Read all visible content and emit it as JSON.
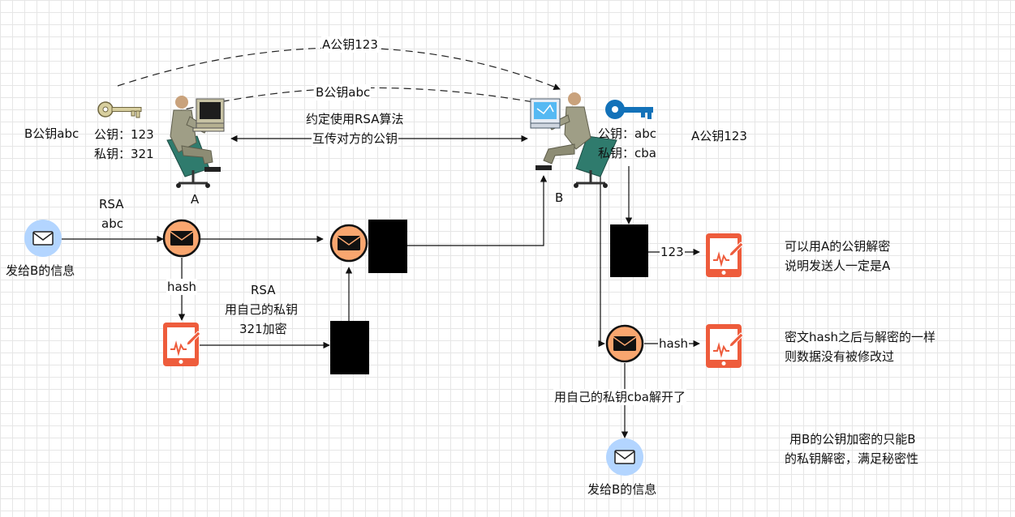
{
  "colors": {
    "orange": "#f9a66f",
    "light_blue": "#b3d5ff",
    "tablet_red": "#ee5c3c",
    "black": "#000000",
    "line": "#111111",
    "key_yellow": "#c8be8c",
    "key_blue": "#1372b9"
  },
  "icons": [
    "key-icon",
    "computer-user-icon",
    "envelope-icon",
    "tablet-signature-icon"
  ],
  "labels": {
    "a_pubkey_123_arc": "A公钥123",
    "b_pubkey_abc_arc": "B公钥abc",
    "agree_rsa": "约定使用RSA算法",
    "exchange_pubkeys": "互传对方的公钥",
    "b_pubkey_abc_left": "B公钥abc",
    "a_keys_public": "公钥：123",
    "a_keys_private": "私钥：321",
    "b_keys_public": "公钥：abc",
    "b_keys_private": "私钥：cba",
    "a_pubkey_123_right": "A公钥123",
    "person_a": "A",
    "person_b": "B",
    "rsa": "RSA",
    "abc": "abc",
    "message_to_b": "发给B的信息",
    "hash_left": "hash",
    "sign_rsa": "RSA",
    "sign_use_own": "用自己的私钥",
    "sign_321": "321加密",
    "label_123": "123",
    "hash_right": "hash",
    "decrypt_with_cba": "用自己的私钥cba解开了",
    "message_to_b_result": "发给B的信息",
    "note1_line1": "可以用A的公钥解密",
    "note1_line2": "说明发送人一定是A",
    "note2_line1": "密文hash之后与解密的一样",
    "note2_line2": "则数据没有被修改过",
    "note3_line1": "用B的公钥加密的只能B",
    "note3_line2": "的私钥解密，满足秘密性"
  }
}
